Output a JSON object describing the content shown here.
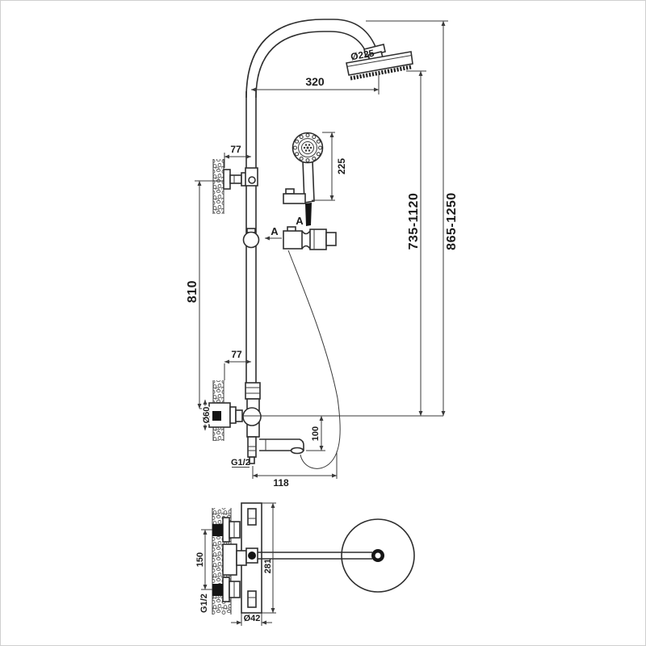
{
  "front_view": {
    "dimensions": {
      "head_offset": "320",
      "head_diameter": "Ø225",
      "hand_shower_length": "225",
      "top_bracket_offset": "77",
      "bottom_bracket_offset": "77",
      "bracket_spacing": "810",
      "escutcheon_diameter": "Ø60",
      "spout_drop": "100",
      "spout_reach": "118",
      "outlet_thread": "G1/2",
      "height_head_to_valve": "735-1120",
      "overall_height": "865-1250"
    },
    "section_label": "A"
  },
  "plan_view": {
    "dimensions": {
      "inlet_spacing": "150",
      "valve_length": "281",
      "valve_diameter": "Ø42",
      "inlet_thread": "G1/2"
    }
  },
  "colors": {
    "line": "#2e2e2e",
    "dimension_line": "#3a3a3a",
    "text": "#1c1c1c",
    "background": "#ffffff",
    "border": "#cfcfcf"
  }
}
